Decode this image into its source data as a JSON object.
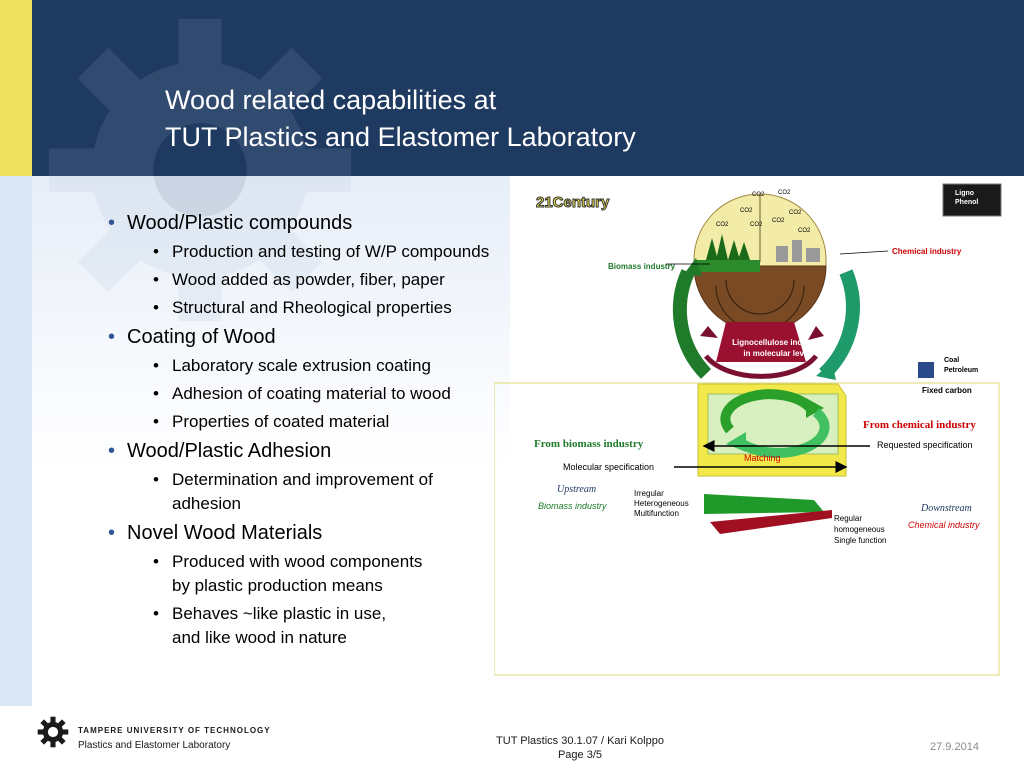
{
  "title": {
    "line1": "Wood related capabilities at",
    "line2": "TUT Plastics and Elastomer Laboratory"
  },
  "bullets": [
    {
      "text": "Wood/Plastic compounds",
      "sub": [
        "Production and testing of W/P compounds",
        "Wood added as powder, fiber, paper",
        "Structural and Rheological properties"
      ]
    },
    {
      "text": "Coating of Wood",
      "sub": [
        "Laboratory scale extrusion coating",
        "Adhesion of coating material to wood",
        "Properties of coated material"
      ]
    },
    {
      "text": "Wood/Plastic Adhesion",
      "sub": [
        "Determination and improvement of\nadhesion"
      ]
    },
    {
      "text": "Novel Wood Materials",
      "sub": [
        "Produced with wood components\nby plastic production means",
        "Behaves ~like plastic in use,\nand like wood in nature"
      ]
    }
  ],
  "diagram": {
    "century": "21Century",
    "logo_text": [
      "Ligno",
      "Phenol"
    ],
    "co2": "CO2",
    "biomass_industry": "Biomass industry",
    "chemical_industry": "Chemical industry",
    "lignocellulose": [
      "Lignocellulose industry",
      "in molecular level"
    ],
    "coal": "Coal",
    "petroleum": "Petroleum",
    "fixed_carbon": "Fixed carbon",
    "from_chemical": "From chemical industry",
    "from_biomass": "From biomass industry",
    "requested_spec": "Requested specification",
    "matching": "Matching",
    "molecular_spec": "Molecular specification",
    "upstream": "Upstream",
    "upstream_sub": "Biomass industry",
    "irregular": [
      "Irregular",
      "Heterogeneous",
      "Multifunction"
    ],
    "downstream": "Downstream",
    "downstream_sub": "Chemical industry",
    "regular": [
      "Regular",
      "homogeneous",
      "Single function"
    ],
    "colors": {
      "green": "#1f8a2a",
      "red": "#b01020",
      "yellow": "#f2e84a",
      "navy": "#1f3a60"
    }
  },
  "footer": {
    "university": "TAMPERE UNIVERSITY OF TECHNOLOGY",
    "lab": "Plastics and Elastomer Laboratory",
    "center_line1": "TUT Plastics 30.1.07 / Kari Kolppo",
    "center_line2": "Page 3/5",
    "date": "27.9.2014"
  }
}
